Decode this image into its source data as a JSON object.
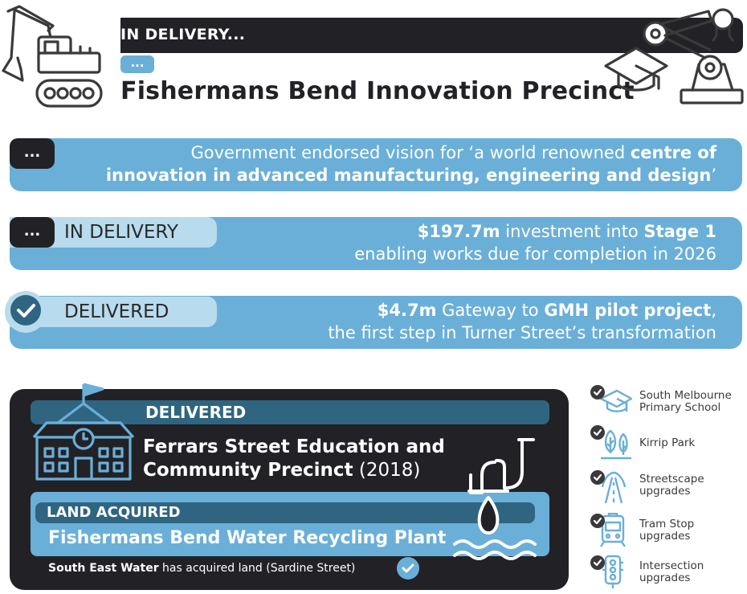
{
  "header": {
    "kicker": "IN DELIVERY...",
    "dots": "...",
    "title": "Fishermans Bend Innovation Precinct"
  },
  "vision": {
    "dots": "...",
    "line1_pre": "Government endorsed vision for ‘a world renowned ",
    "line1_bold": "centre of",
    "line2_bold": "innovation in advanced manufacturing, engineering and design",
    "line2_post": "’"
  },
  "stage1": {
    "dots": "...",
    "status": "IN DELIVERY",
    "amount": "$197.7m",
    "line1_mid": " investment into ",
    "line1_bold": "Stage 1",
    "line2": "enabling works due for completion in 2026"
  },
  "gmh": {
    "status": "DELIVERED",
    "amount": "$4.7m",
    "line1_mid": " Gateway to ",
    "line1_bold": "GMH pilot project",
    "line1_post": ",",
    "line2": "the first step in Turner Street’s transformation"
  },
  "ferrars": {
    "status": "DELIVERED",
    "title_line1": "Ferrars Street Education and",
    "title_line2_bold": "Community Precinct",
    "title_line2_year": " (2018)"
  },
  "water": {
    "status": "LAND ACQUIRED",
    "title": "Fishermans Bend Water Recycling Plant",
    "note_bold": "South East Water",
    "note_rest": " has acquired land (Sardine Street)"
  },
  "side_items": [
    {
      "line1": "South Melbourne",
      "line2": "Primary School",
      "icon": "graduation-cap-icon"
    },
    {
      "line1": "Kirrip Park",
      "line2": "",
      "icon": "trees-icon"
    },
    {
      "line1": "Streetscape",
      "line2": "upgrades",
      "icon": "road-icon"
    },
    {
      "line1": "Tram Stop",
      "line2": "upgrades",
      "icon": "tram-icon"
    },
    {
      "line1": "Intersection",
      "line2": "upgrades",
      "icon": "traffic-light-icon"
    }
  ],
  "colors": {
    "dark": "#222226",
    "blue": "#6aafd8",
    "light_blue": "#b8dbee",
    "strip_blue": "#2f6580"
  }
}
